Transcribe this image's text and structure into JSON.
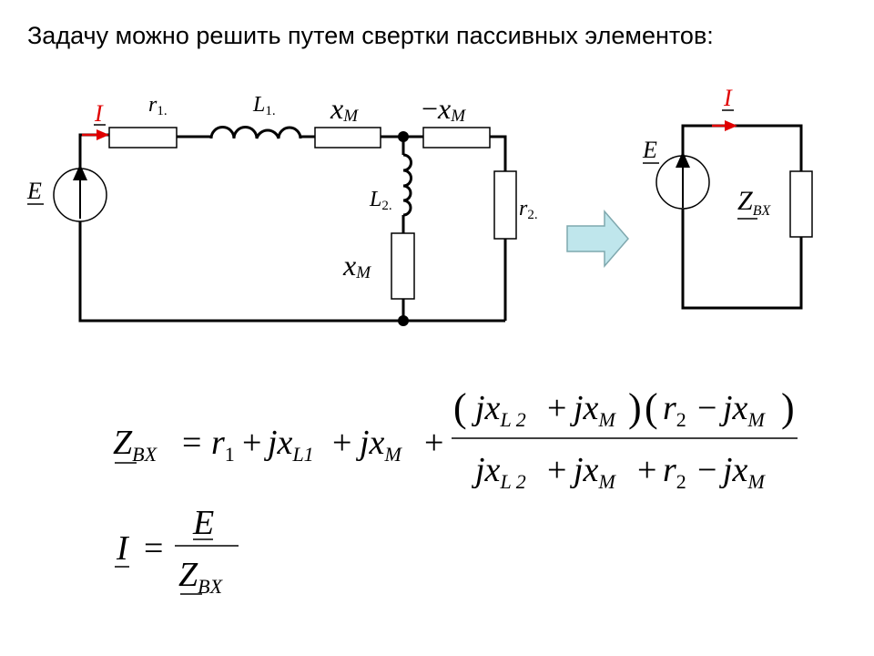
{
  "title": "Задачу  можно решить путем свертки пассивных элементов:",
  "circuit": {
    "current_label": "I",
    "source_label": "E",
    "r1": {
      "main": "r",
      "sub": "1."
    },
    "L1": {
      "main": "L",
      "sub": "1."
    },
    "xM_top": {
      "main": "x",
      "sub": "M"
    },
    "neg_xM": {
      "sign": "−",
      "main": "x",
      "sub": "M"
    },
    "L2": {
      "main": "L",
      "sub": "2."
    },
    "xM_bottom": {
      "main": "x",
      "sub": "M"
    },
    "r2": {
      "main": "r",
      "sub": "2."
    }
  },
  "equivalent": {
    "current_label": "I",
    "source_label": "E",
    "impedance": {
      "main": "Z",
      "sub": "BX"
    }
  },
  "formula_z": {
    "lhs": {
      "main": "Z",
      "sub": "BX"
    },
    "eq": "=",
    "r1": {
      "main": "r",
      "sub": "1"
    },
    "plus1": "+",
    "jxL1": {
      "main": "jx",
      "sub": "L1"
    },
    "plus2": "+",
    "jxM": {
      "main": "jx",
      "sub": "M"
    },
    "plus3": "+",
    "num_open1": "(",
    "num_jxL2": {
      "main": "jx",
      "sub": "L 2"
    },
    "num_plus": "+",
    "num_jxM": {
      "main": "jx",
      "sub": "M"
    },
    "num_close1": ")",
    "num_open2": "(",
    "num_r2": {
      "main": "r",
      "sub": "2"
    },
    "num_minus": "−",
    "num_jxM2": {
      "main": "jx",
      "sub": "M"
    },
    "num_close2": ")",
    "den_jxL2": {
      "main": "jx",
      "sub": "L 2"
    },
    "den_plus1": "+",
    "den_jxM": {
      "main": "jx",
      "sub": "M"
    },
    "den_plus2": "+",
    "den_r2": {
      "main": "r",
      "sub": "2"
    },
    "den_minus": "−",
    "den_jxM2": {
      "main": "jx",
      "sub": "M"
    }
  },
  "formula_i": {
    "lhs": "I",
    "eq": "=",
    "num": "E",
    "den": {
      "main": "Z",
      "sub": "BX"
    }
  },
  "colors": {
    "line": "#000000",
    "current": "#e00000",
    "arrow_fill": "#bfe6ec",
    "arrow_stroke": "#7fa8ae"
  }
}
